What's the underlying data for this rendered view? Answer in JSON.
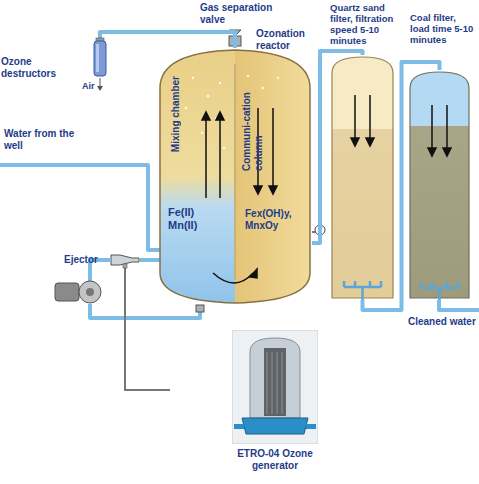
{
  "diagram": {
    "nodes": [
      {
        "text": [
          "Ozone destructors"
        ]
      },
      {
        "text": [
          "Ozonation reactor"
        ]
      },
      {
        "text": [
          "Mixing chamber",
          "Fe(II) Mn(II)"
        ],
        "in": 1
      },
      {
        "text": [
          "Communi-cation column",
          "Fex(OH)y, MnxOy"
        ],
        "in": 1
      },
      {
        "text": [
          "Quartz sand filter, filtration speed 5-10 minutes"
        ]
      },
      {
        "text": [
          "Coal filter, load time 5-10 minutes"
        ]
      },
      {
        "text": [
          "Ejector"
        ]
      },
      {
        "text": [
          "ETRO-04 Ozone generator"
        ]
      }
    ],
    "edges": [
      {
        "from": 1,
        "to": 0,
        "arrow": "none"
      },
      {
        "from": 1,
        "to": 4,
        "arrow": "none"
      },
      {
        "from": 4,
        "to": 5,
        "arrow": "none"
      },
      {
        "from": 6,
        "to": 2,
        "arrow": "none"
      },
      {
        "from": 7,
        "to": 6,
        "arrow": "none"
      }
    ],
    "labels": [
      "Gas separation valve",
      "Air",
      "Water from the well",
      "Cleaned water"
    ]
  }
}
